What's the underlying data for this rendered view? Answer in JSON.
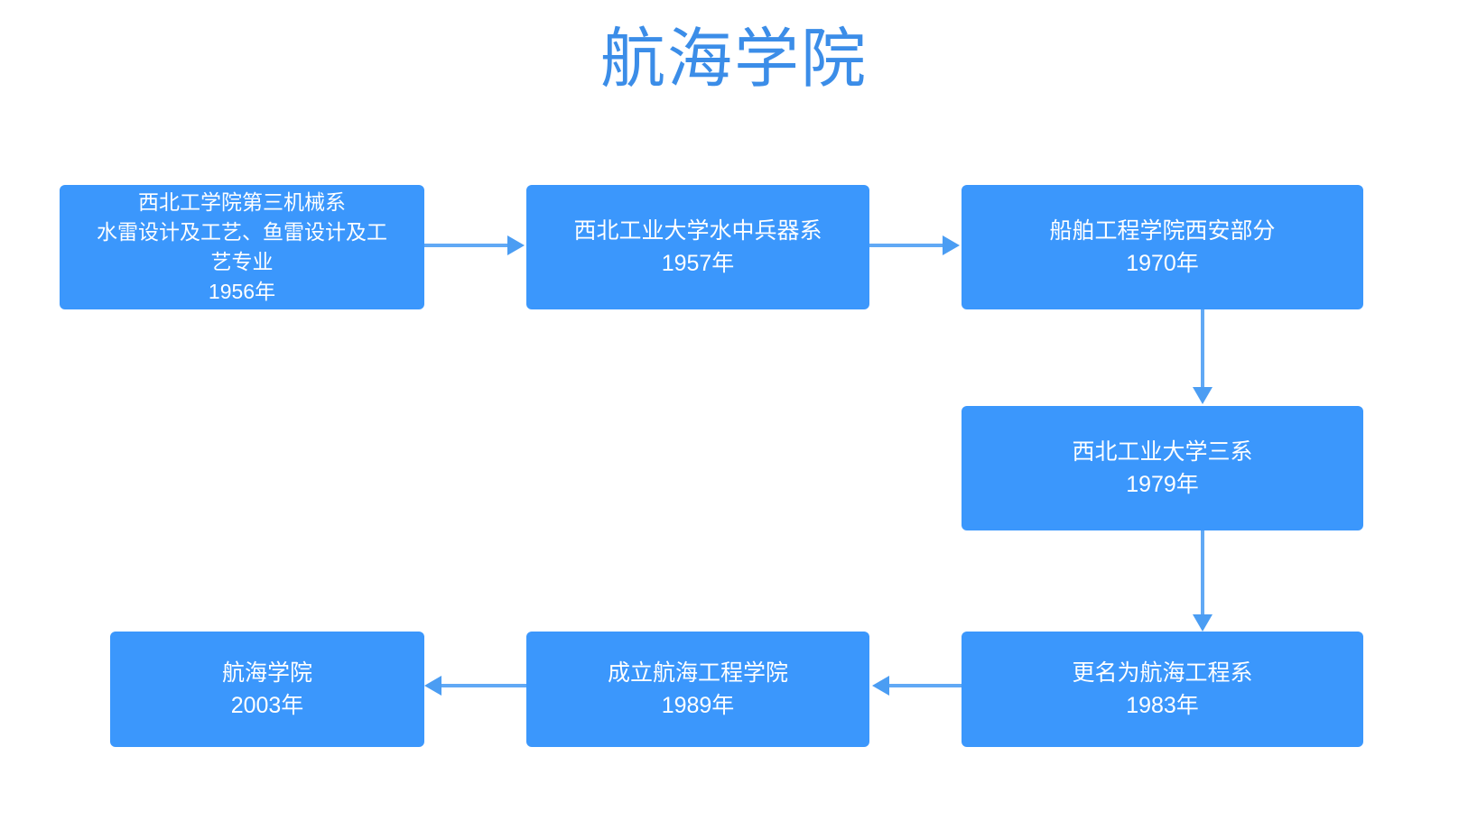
{
  "page": {
    "title": "航海学院",
    "background_color": "#ffffff"
  },
  "theme": {
    "node_fill": "#3b97fc",
    "node_text_color": "#ffffff",
    "title_color": "#3b8de8",
    "connector_color": "#61a9f5",
    "arrowhead_color": "#4b9df3"
  },
  "chart_data": {
    "type": "flowchart",
    "title": "航海学院",
    "orientation": "serpentine (left-to-right, then down, then right-to-left)",
    "nodes": [
      {
        "id": "node-1",
        "lines": [
          "西北工学院第三机械系",
          "水雷设计及工艺、鱼雷设计及工",
          "艺专业",
          "1956年"
        ],
        "year": "1956年",
        "name": "西北工学院第三机械系 水雷设计及工艺、鱼雷设计及工艺专业"
      },
      {
        "id": "node-2",
        "lines": [
          "西北工业大学水中兵器系",
          "1957年"
        ],
        "year": "1957年",
        "name": "西北工业大学水中兵器系"
      },
      {
        "id": "node-3",
        "lines": [
          "船舶工程学院西安部分",
          "1970年"
        ],
        "year": "1970年",
        "name": "船舶工程学院西安部分"
      },
      {
        "id": "node-4",
        "lines": [
          "西北工业大学三系",
          "1979年"
        ],
        "year": "1979年",
        "name": "西北工业大学三系"
      },
      {
        "id": "node-5",
        "lines": [
          "更名为航海工程系",
          "1983年"
        ],
        "year": "1983年",
        "name": "更名为航海工程系"
      },
      {
        "id": "node-6",
        "lines": [
          "成立航海工程学院",
          "1989年"
        ],
        "year": "1989年",
        "name": "成立航海工程学院"
      },
      {
        "id": "node-7",
        "lines": [
          "航海学院",
          "2003年"
        ],
        "year": "2003年",
        "name": "航海学院"
      }
    ],
    "edges": [
      {
        "from": "node-1",
        "to": "node-2",
        "direction": "right"
      },
      {
        "from": "node-2",
        "to": "node-3",
        "direction": "right"
      },
      {
        "from": "node-3",
        "to": "node-4",
        "direction": "down"
      },
      {
        "from": "node-4",
        "to": "node-5",
        "direction": "down"
      },
      {
        "from": "node-5",
        "to": "node-6",
        "direction": "left"
      },
      {
        "from": "node-6",
        "to": "node-7",
        "direction": "left"
      }
    ]
  }
}
